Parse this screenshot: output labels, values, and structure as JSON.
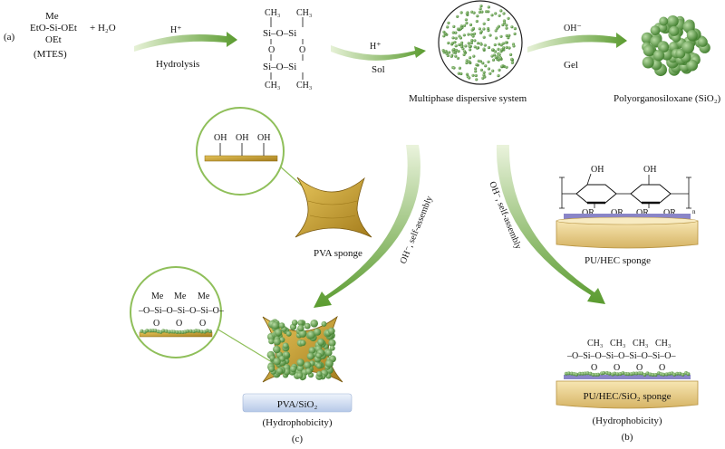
{
  "panel_a": {
    "tag": "(a)",
    "mtes": {
      "me": "Me",
      "row": "EtO-Si-OEt",
      "oet": "OEt",
      "plus_water": "+ H₂O",
      "name": "(MTES)"
    },
    "step1": {
      "catalyst": "H⁺",
      "label": "Hydrolysis"
    },
    "siloxane": {
      "ch3": "CH₃",
      "si_row": "Si–O–Si",
      "o": "O"
    },
    "step2": {
      "catalyst": "H⁺",
      "label": "Sol"
    },
    "dispersive_label": "Multiphase dispersive system",
    "step3": {
      "catalyst": "OH⁻",
      "label": "Gel"
    },
    "product_label": "Polyorganosiloxane (SiO₂)"
  },
  "pva": {
    "oh_groups": [
      "OH",
      "OH",
      "OH"
    ],
    "sponge_label": "PVA sponge",
    "arrow_label": "OH⁻, self-assembly",
    "me_groups": [
      "Me",
      "Me",
      "Me"
    ],
    "chain": "–O–Si–O–Si–O–Si–O–",
    "o": "O",
    "result_label": "PVA/SiO₂",
    "result_property": "(Hydrophobicity)",
    "tag": "(c)"
  },
  "pu": {
    "oh": "OH",
    "or": "OR",
    "n": "n",
    "sponge_label": "PU/HEC sponge",
    "arrow_label": "OH⁻, self-assembly",
    "ch3": "CH₃",
    "chain": "–O–Si–O–Si–O–Si–O–Si–O–",
    "o": "O",
    "result_label": "PU/HEC/SiO₂ sponge",
    "result_property": "(Hydrophobicity)",
    "tag": "(b)"
  },
  "colors": {
    "arrow_green": "#6aa83a",
    "particle_green": "#5d9a45",
    "pva_wood": "#c9a232",
    "pu_beige": "#e9d08a",
    "pu_film": "#8a85c8",
    "label_box_blue": "#c7d6ee",
    "callout_green": "#8fbf5a"
  }
}
